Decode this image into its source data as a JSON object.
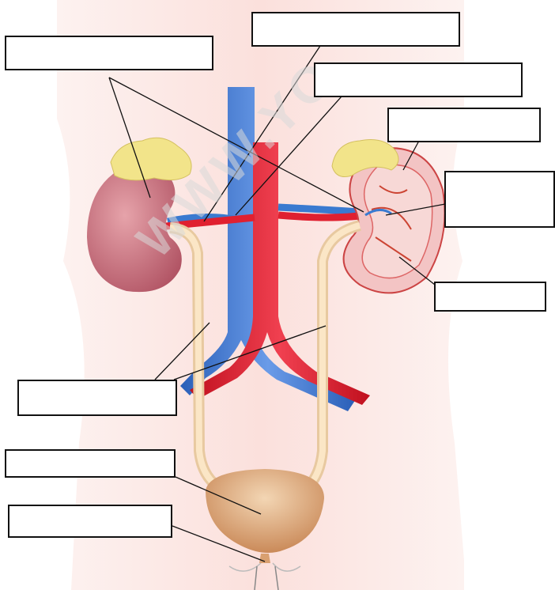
{
  "diagram": {
    "watermark": "WWW.YO",
    "label_boxes": [
      {
        "id": "box-top-left",
        "text": ""
      },
      {
        "id": "box-top-center",
        "text": ""
      },
      {
        "id": "box-upper-right-1",
        "text": ""
      },
      {
        "id": "box-upper-right-2",
        "text": ""
      },
      {
        "id": "box-right-middle",
        "text": ""
      },
      {
        "id": "box-right-lower",
        "text": ""
      },
      {
        "id": "box-left-ureter",
        "text": ""
      },
      {
        "id": "box-left-bladder",
        "text": ""
      },
      {
        "id": "box-left-urethra",
        "text": ""
      }
    ]
  },
  "colors": {
    "artery": "#e02030",
    "vein": "#3a7ad0",
    "kidney": "#c06070",
    "adrenal": "#f2e48a",
    "ureter": "#f6dcb0",
    "bladder": "#d9a070",
    "body": "#fde9e6"
  }
}
